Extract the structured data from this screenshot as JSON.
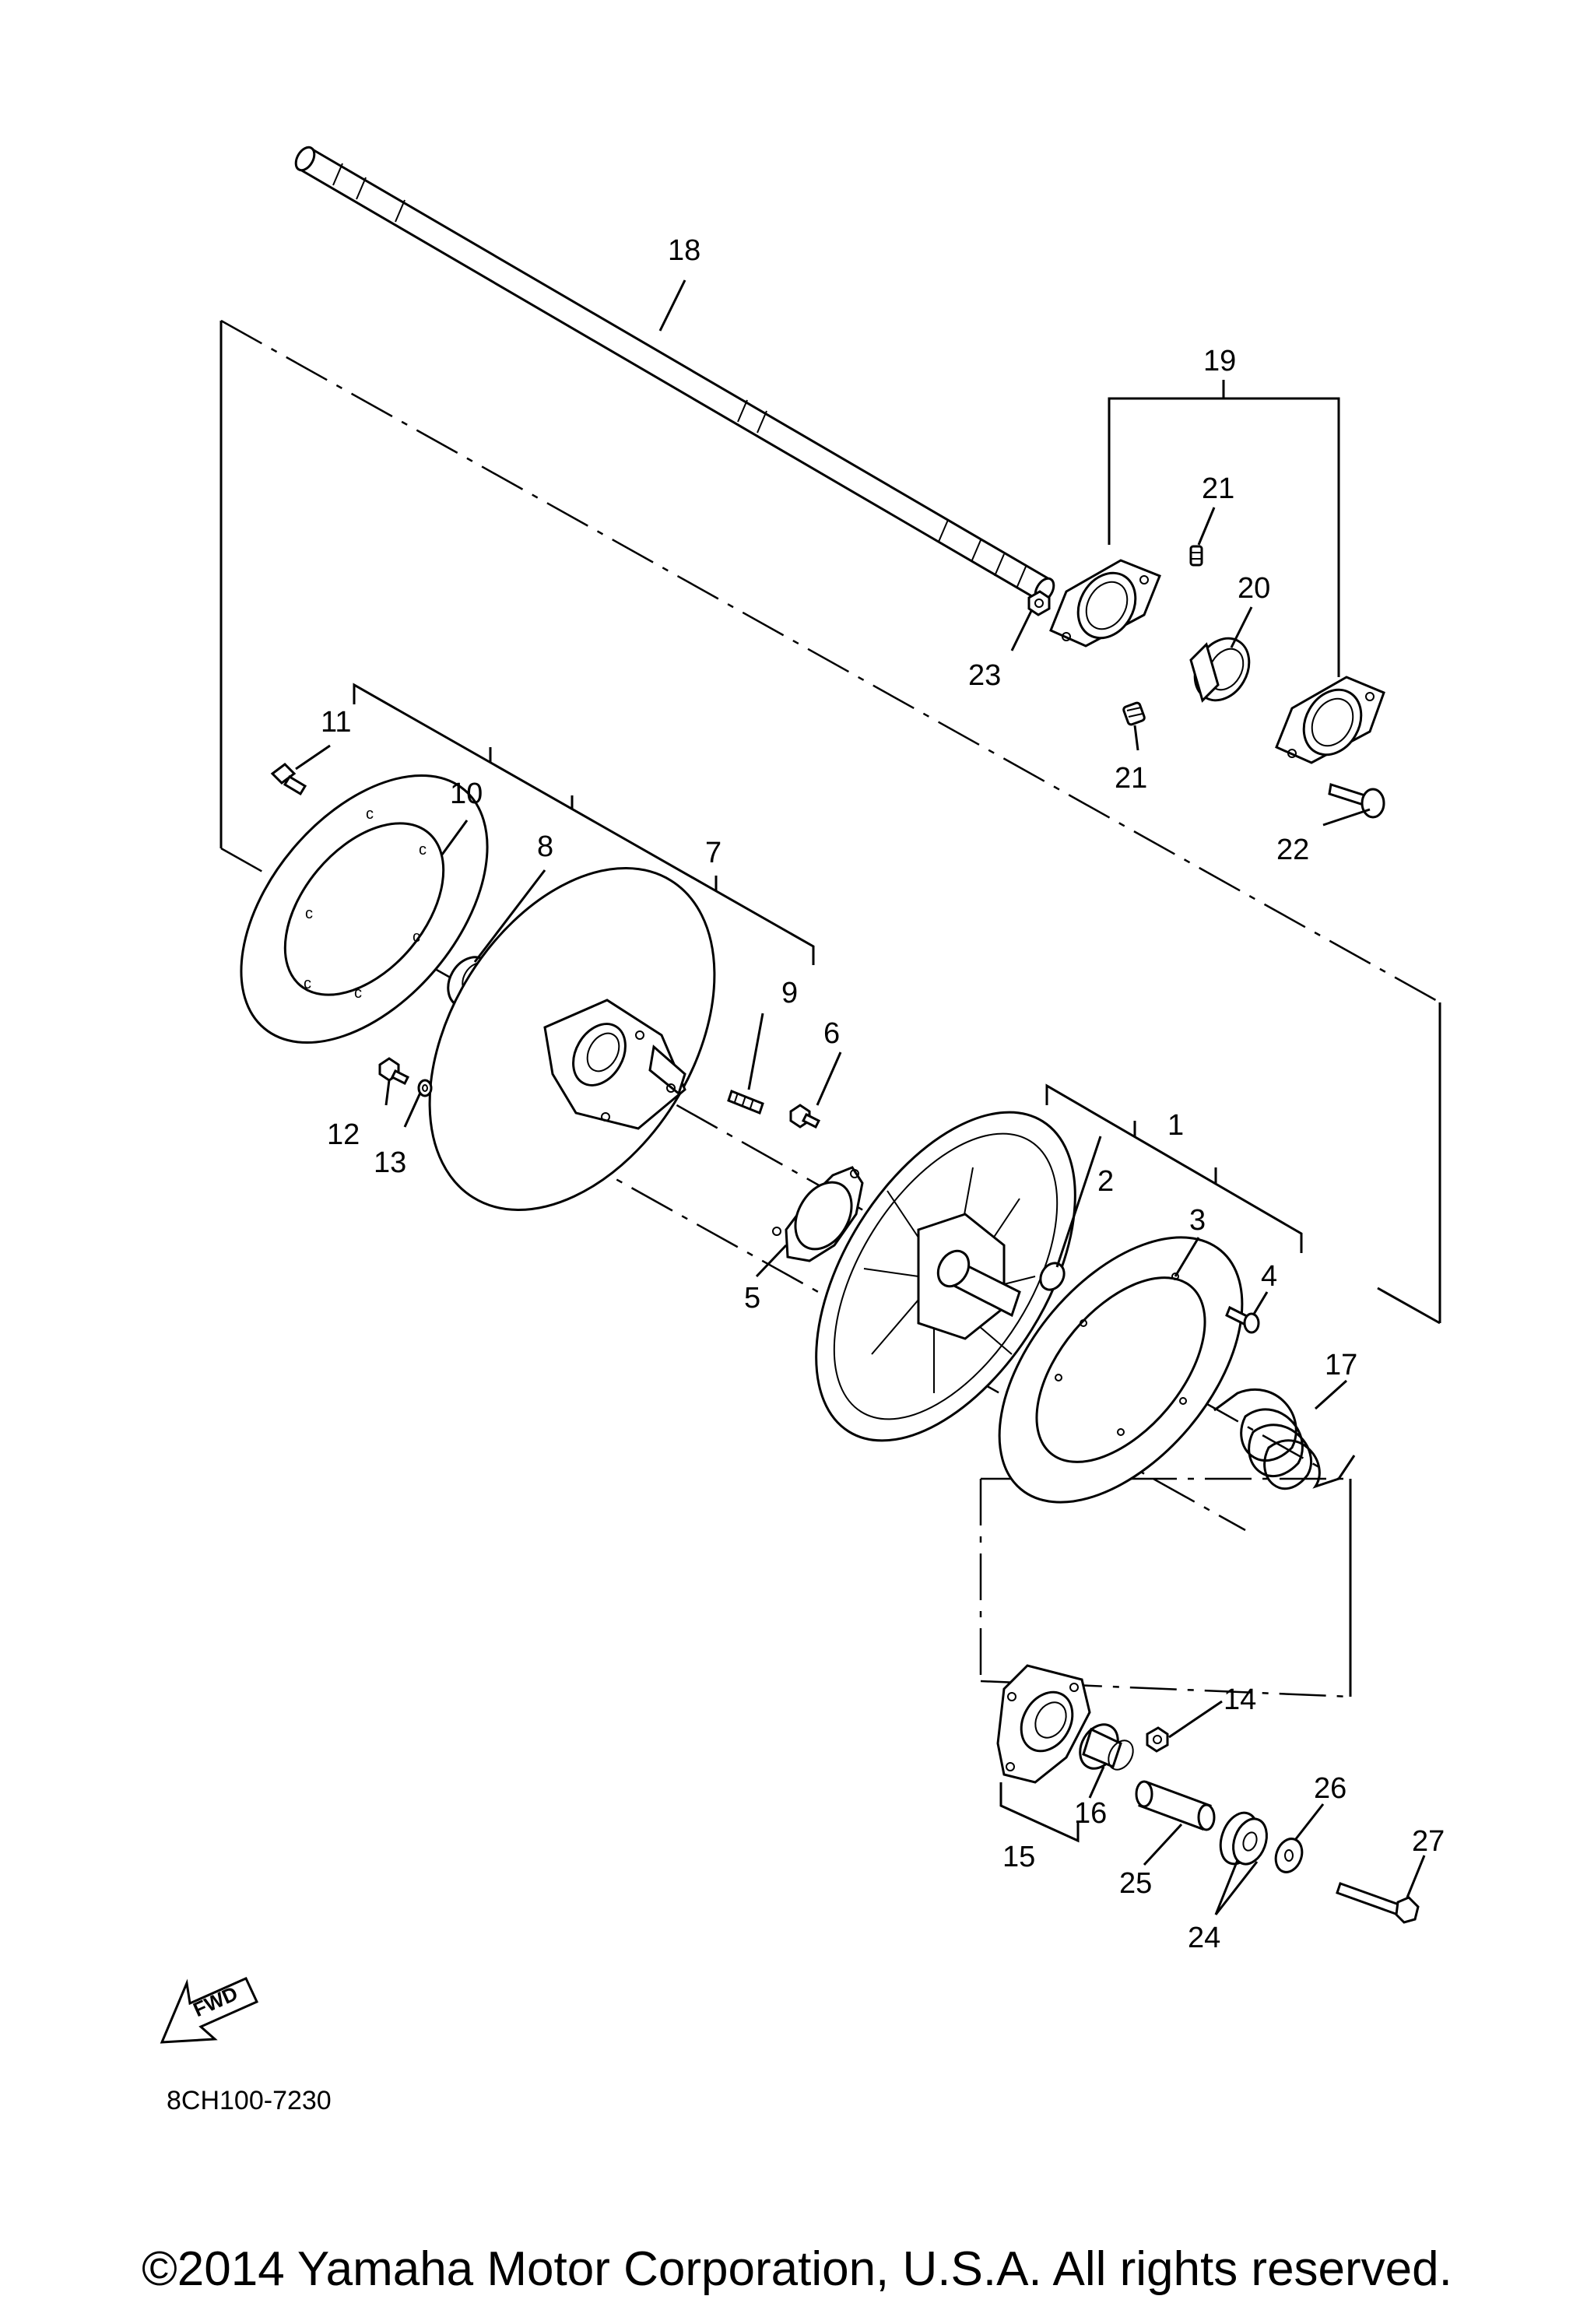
{
  "diagram": {
    "labels": [
      {
        "id": "1",
        "text": "1"
      },
      {
        "id": "2",
        "text": "2"
      },
      {
        "id": "3",
        "text": "3"
      },
      {
        "id": "4",
        "text": "4"
      },
      {
        "id": "5",
        "text": "5"
      },
      {
        "id": "6",
        "text": "6"
      },
      {
        "id": "7",
        "text": "7"
      },
      {
        "id": "8",
        "text": "8"
      },
      {
        "id": "9",
        "text": "9"
      },
      {
        "id": "10",
        "text": "10"
      },
      {
        "id": "11",
        "text": "11"
      },
      {
        "id": "12",
        "text": "12"
      },
      {
        "id": "13",
        "text": "13"
      },
      {
        "id": "14",
        "text": "14"
      },
      {
        "id": "15",
        "text": "15"
      },
      {
        "id": "16",
        "text": "16"
      },
      {
        "id": "17",
        "text": "17"
      },
      {
        "id": "18",
        "text": "18"
      },
      {
        "id": "19",
        "text": "19"
      },
      {
        "id": "20",
        "text": "20"
      },
      {
        "id": "21a",
        "text": "21"
      },
      {
        "id": "21b",
        "text": "21"
      },
      {
        "id": "22",
        "text": "22"
      },
      {
        "id": "23",
        "text": "23"
      },
      {
        "id": "24",
        "text": "24"
      },
      {
        "id": "25",
        "text": "25"
      },
      {
        "id": "26",
        "text": "26"
      },
      {
        "id": "27",
        "text": "27"
      }
    ],
    "fwd_label": "FWD",
    "diagram_code": "8CH100-7230"
  },
  "footer": {
    "copyright": "©2014 Yamaha Motor Corporation, U.S.A. All rights reserved."
  },
  "colors": {
    "ink": "#000000",
    "background": "#ffffff"
  }
}
